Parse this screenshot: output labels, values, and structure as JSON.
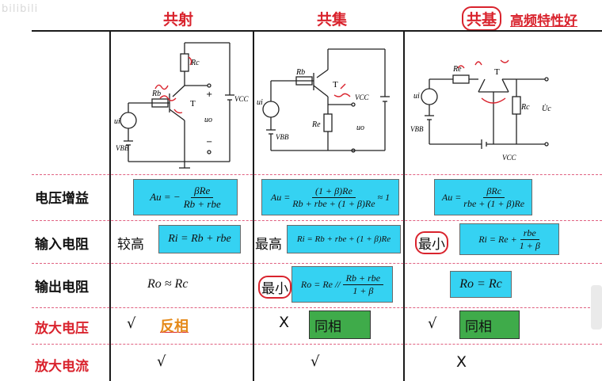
{
  "watermark": "bilibili",
  "headers": {
    "ce": "共射",
    "cc": "共集",
    "cb": "共基",
    "cb_note": "高频特性好"
  },
  "rows": {
    "gain": "电压增益",
    "rin": "输入电阻",
    "rout": "输出电阻",
    "volt_amp": "放大电压",
    "curr_amp": "放大电流"
  },
  "gain": {
    "ce": {
      "lhs": "Au = −",
      "num": "βRe",
      "den": "Rb + rbe"
    },
    "cc": {
      "lhs": "Au =",
      "num": "(1 + β)Re",
      "den": "Rb + rbe + (1 + β)Re",
      "tail": "≈ 1"
    },
    "cb": {
      "lhs": "Au =",
      "num": "βRc",
      "den": "rbe + (1 + β)Re"
    }
  },
  "rin": {
    "ce_level": "较高",
    "ce_formula": "Ri = Rb + rbe",
    "cc_level": "最高",
    "cc_formula": "Ri = Rb + rbe + (1 + β)Re",
    "cb_level": "最小",
    "cb_lhs": "Ri = Re +",
    "cb_num": "rbe",
    "cb_den": "1 + β"
  },
  "rout": {
    "ce_formula": "Ro ≈ Rc",
    "cc_level": "最小",
    "cc_lhs": "Ro = Re //",
    "cc_num": "Rb + rbe",
    "cc_den": "1 + β",
    "cb_formula": "Ro = Rc"
  },
  "volt_amp": {
    "ce_mark": "√",
    "ce_phase": "反相",
    "cc_mark": "X",
    "cc_phase": "同相",
    "cb_mark": "√",
    "cb_phase": "同相"
  },
  "curr_amp": {
    "ce_mark": "√",
    "cc_mark": "√",
    "cb_mark": "X"
  },
  "circuit_labels": {
    "rc": "Rc",
    "rb": "Rb",
    "t": "T",
    "ui": "ui",
    "vbb": "VBB",
    "vcc": "VCC",
    "uo": "uo",
    "re": "Re",
    "uc": "U̇c",
    "plus": "+",
    "minus": "−"
  },
  "colors": {
    "accent_red": "#d9232d",
    "cyan": "#35d2f2",
    "green": "#3fab4a"
  }
}
